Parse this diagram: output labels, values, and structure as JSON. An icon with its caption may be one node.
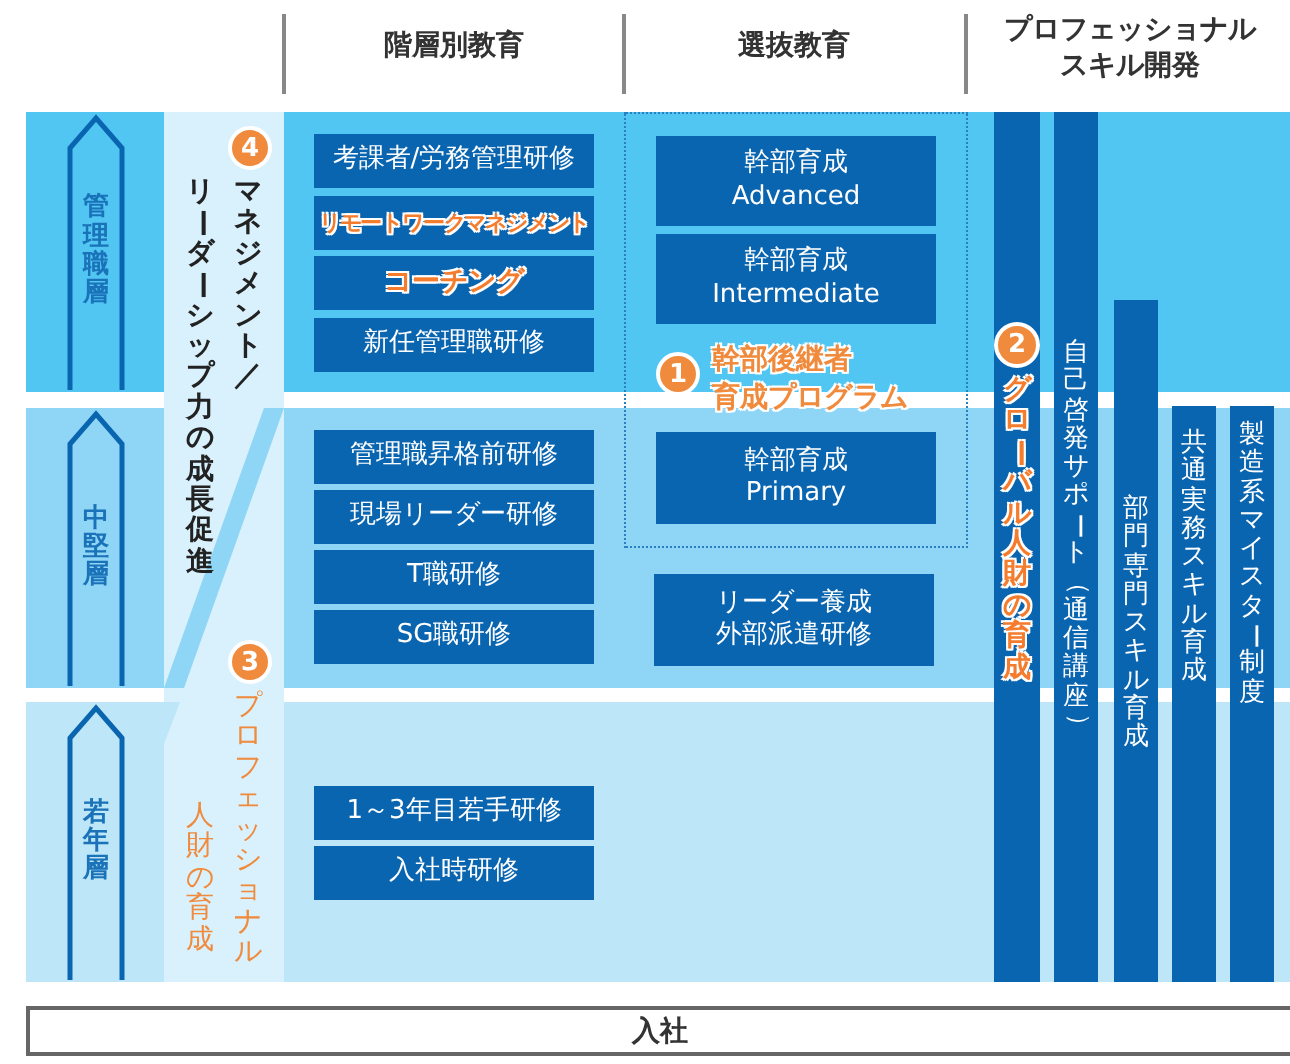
{
  "diagram": {
    "nodes": [
      {
        "text": [
          "管理職層"
        ]
      },
      {
        "text": [
          "中堅層"
        ]
      },
      {
        "text": [
          "若年層"
        ]
      },
      {
        "text": [
          "4"
        ],
        "beside": [
          "マネジメント／",
          "リーダーシップ力の成長促進"
        ]
      },
      {
        "text": [
          "考課者/労務管理研修"
        ]
      },
      {
        "text": [
          "リモートワークマネジメント"
        ]
      },
      {
        "text": [
          "コーチング"
        ]
      },
      {
        "text": [
          "新任管理職研修"
        ]
      },
      {
        "text": [
          "管理職昇格前研修"
        ]
      },
      {
        "text": [
          "現場リーダー研修"
        ]
      },
      {
        "text": [
          "T職研修"
        ]
      },
      {
        "text": [
          "SG職研修"
        ]
      },
      {
        "text": [
          "3"
        ],
        "beside": [
          "プロフェッショナル",
          "人財の育成"
        ]
      },
      {
        "text": [
          "1～3年目若手研修"
        ]
      },
      {
        "text": [
          "入社時研修"
        ]
      },
      {
        "text": [],
        "shape": "box"
      },
      {
        "text": [
          "幹部育成",
          "Advanced"
        ],
        "in": 15
      },
      {
        "text": [
          "幹部育成",
          "Intermediate"
        ],
        "in": 15
      },
      {
        "text": [
          "1"
        ],
        "in": 15,
        "beside": [
          "幹部後継者",
          "育成プログラム"
        ]
      },
      {
        "text": [
          "幹部育成",
          "Primary"
        ],
        "in": 15
      },
      {
        "text": [
          "リーダー養成",
          "外部派遣研修"
        ]
      },
      {
        "text": [
          "グローバル人財の育成"
        ]
      },
      {
        "text": [
          "2"
        ],
        "in": 21
      },
      {
        "text": [
          "自己啓発サポート（通信講座）"
        ]
      },
      {
        "text": [
          "部門専門スキル育成"
        ]
      },
      {
        "text": [
          "共通実務スキル育成"
        ]
      },
      {
        "text": [
          "製造系マイスター制度"
        ]
      },
      {
        "text": [
          "入社"
        ]
      }
    ],
    "labels": [
      "階層別教育",
      "選抜教育",
      "プロフェッショナルスキル開発"
    ]
  }
}
